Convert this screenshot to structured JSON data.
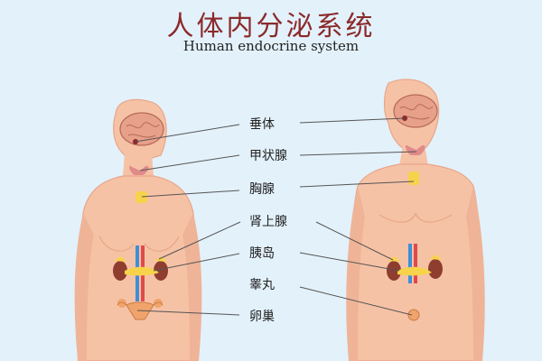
{
  "title": {
    "zh": "人体内分泌系统",
    "en": "Human endocrine system"
  },
  "labels": [
    "垂体",
    "甲状腺",
    "胸腺",
    "肾上腺",
    "胰岛",
    "睾丸",
    "卵巢"
  ],
  "colors": {
    "background": "#e3f1fb",
    "skin": "#f6c2a6",
    "skin_outline": "#e8a68a",
    "brain": "#e7a08a",
    "thyroid": "#e08a8a",
    "gland": "#f7d34b",
    "kidney": "#8e3d2f",
    "vessel_red": "#e04a4a",
    "vessel_blue": "#3e8fd8",
    "leader": "#555555"
  }
}
